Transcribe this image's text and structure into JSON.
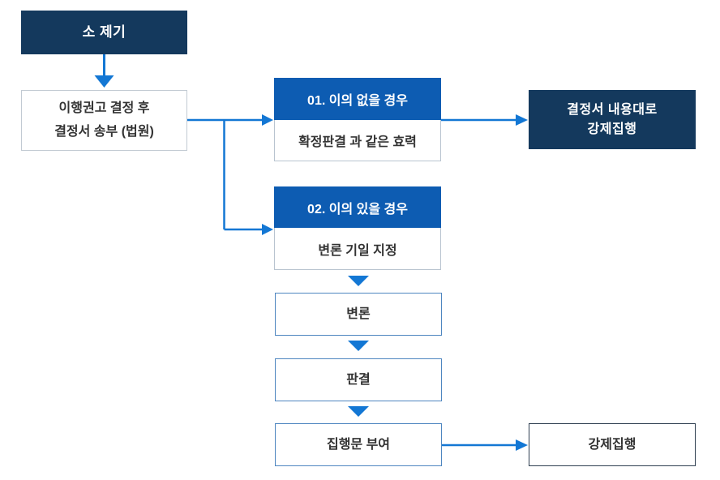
{
  "diagram": {
    "type": "flowchart",
    "nodes": {
      "filing": {
        "label": "소 제기"
      },
      "recommendation": {
        "label": "이행권고 결정 후\n결정서 송부 (법원)"
      },
      "case1": {
        "header": "01. 이의 없을 경우",
        "body": "확정판결 과 같은 효력"
      },
      "case1_result": {
        "label": "결정서 내용대로\n강제집행"
      },
      "case2": {
        "header": "02. 이의 있을 경우",
        "body": "변론 기일 지정"
      },
      "pleading": {
        "label": "변론"
      },
      "judgment": {
        "label": "판결"
      },
      "execution_clause": {
        "label": "집행문 부여"
      },
      "enforcement": {
        "label": "강제집행"
      }
    },
    "edges": [
      "filing -> recommendation",
      "recommendation -> case1",
      "recommendation -> case2",
      "case1 -> case1_result",
      "case2 -> pleading",
      "pleading -> judgment",
      "judgment -> execution_clause",
      "execution_clause -> enforcement"
    ],
    "colors": {
      "navy_box": "#14395d",
      "header_blue": "#0d5cb2",
      "arrow_blue": "#1377d4",
      "light_border": "#c2cad3",
      "case_body_border": "#b9c4d0",
      "blue_border": "#4e86c0",
      "dark_border": "#2e3f50",
      "text_dark": "#333333",
      "text_white": "#ffffff",
      "background": "#ffffff"
    }
  }
}
